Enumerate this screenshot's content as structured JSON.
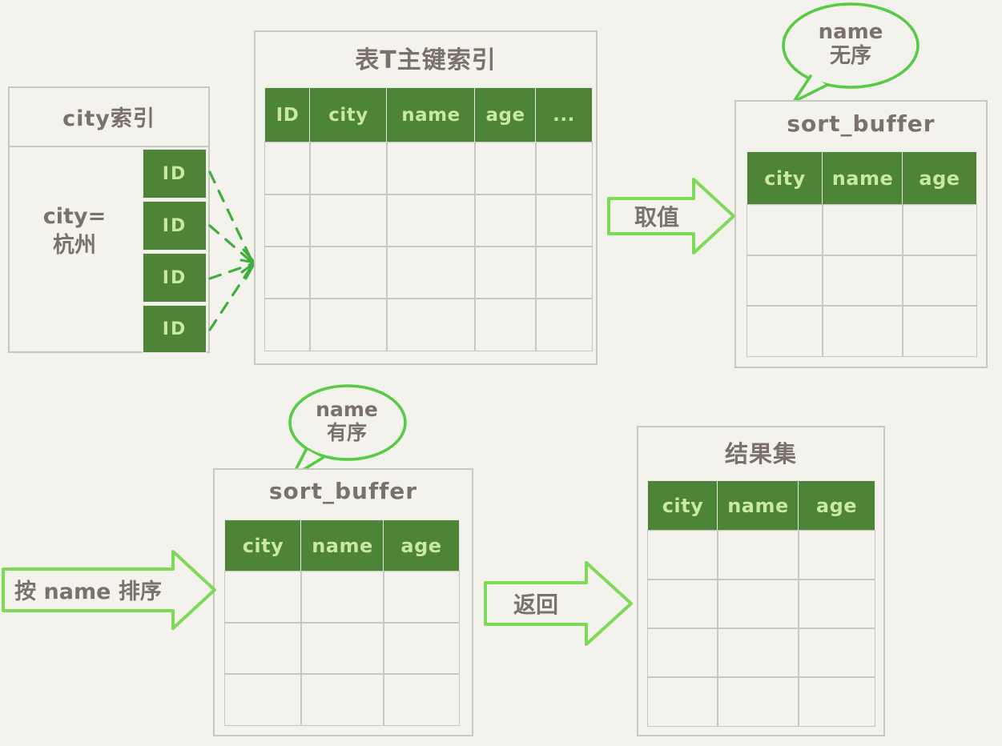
{
  "diagram": {
    "title": "MySQL order by sort_buffer flow",
    "accent_green": "#4d8438",
    "accent_green_text": "#c9e8a0",
    "bubble_green": "#55cc44",
    "arrow_green": "#7ed957",
    "ink": "#7a7268",
    "background": "#f4f2ed",
    "border": "#c9c7c2"
  },
  "city_index": {
    "title": "city索引",
    "condition": "city=\n杭州",
    "id_labels": [
      "ID",
      "ID",
      "ID",
      "ID"
    ]
  },
  "primary_index": {
    "title": "表T主键索引",
    "columns": [
      "ID",
      "city",
      "name",
      "age",
      "..."
    ],
    "body_rows": 4,
    "cells": [
      [
        "",
        "",
        "",
        "",
        ""
      ],
      [
        "",
        "",
        "",
        "",
        ""
      ],
      [
        "",
        "",
        "",
        "",
        ""
      ],
      [
        "",
        "",
        "",
        "",
        ""
      ]
    ]
  },
  "arrows": {
    "fetch": "取值",
    "sort_by_name": "按 name 排序",
    "return": "返回"
  },
  "sort_buffer_unsorted": {
    "title": "sort_buffer",
    "columns": [
      "city",
      "name",
      "age"
    ],
    "body_rows": 3,
    "bubble": "name\n无序"
  },
  "sort_buffer_sorted": {
    "title": "sort_buffer",
    "columns": [
      "city",
      "name",
      "age"
    ],
    "body_rows": 3,
    "bubble": "name\n有序"
  },
  "result_set": {
    "title": "结果集",
    "columns": [
      "city",
      "name",
      "age"
    ],
    "body_rows": 4
  }
}
